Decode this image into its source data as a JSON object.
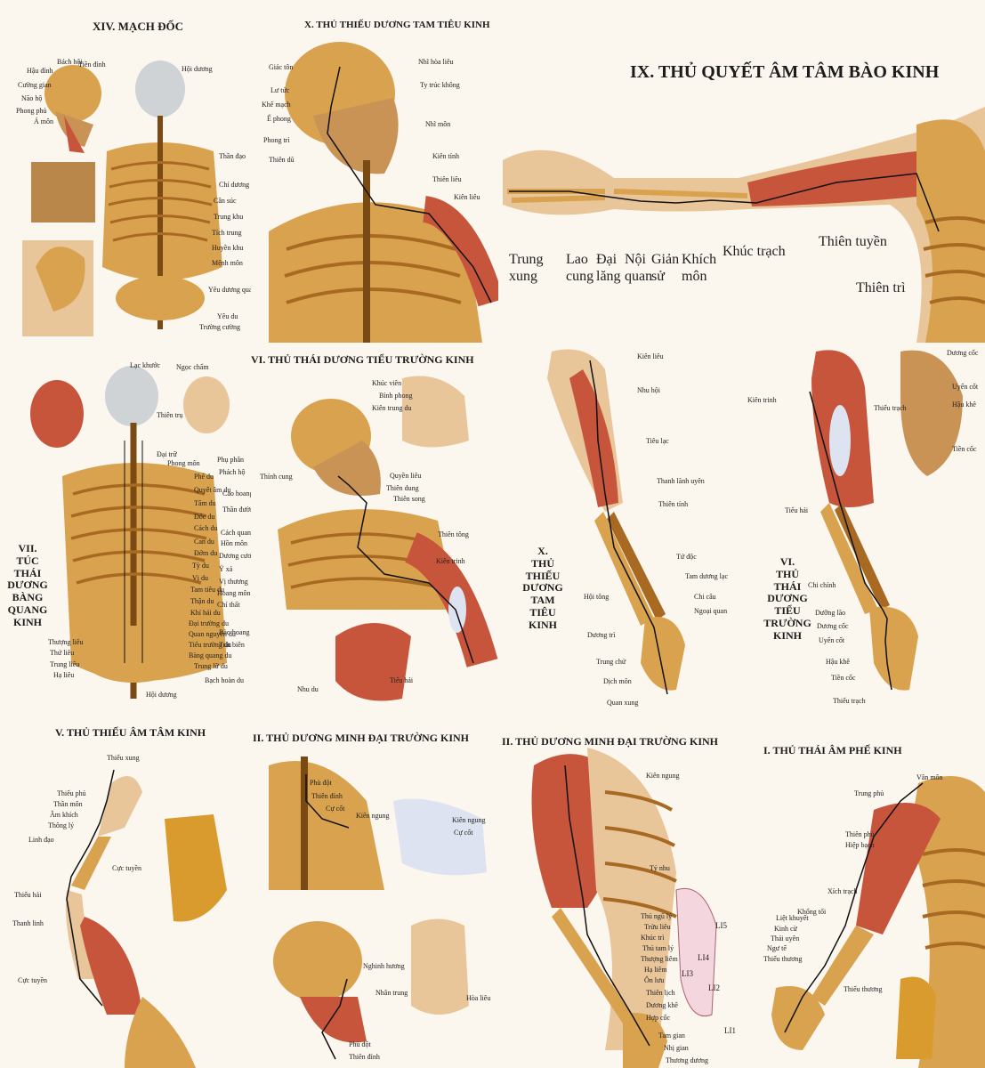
{
  "p1": {
    "title": "XIV. MẠCH ĐỐC",
    "labels": [
      "Bách hội",
      "Tiền đỉnh",
      "Hậu đỉnh",
      "Cường gian",
      "Não hộ",
      "Phong phủ",
      "Á môn",
      "Hội dương",
      "Thần đạo",
      "Chí dương",
      "Cân súc",
      "Trung khu",
      "Tích trung",
      "Huyền khu",
      "Mệnh môn",
      "Yêu dương quan",
      "Yêu du",
      "Trường cường"
    ]
  },
  "p2": {
    "title": "X. THỦ THIẾU DƯƠNG TAM TIÊU KINH",
    "labels": [
      "Giác tôn",
      "Lư tức",
      "Khế mạch",
      "Ế phong",
      "Phong trì",
      "Thiên dũ",
      "Nhĩ hòa liêu",
      "Ty trúc không",
      "Nhĩ môn",
      "Kiên tỉnh",
      "Thiên liêu",
      "Kiên liêu"
    ]
  },
  "p3": {
    "title": "IX. THỦ QUYẾT ÂM TÂM BÀO KINH",
    "labels": [
      "Trung xung",
      "Lao cung",
      "Đại lăng",
      "Nội quan",
      "Giản sử",
      "Khích môn",
      "Khúc trạch",
      "Thiên tuyền",
      "Thiên trì"
    ]
  },
  "p4": {
    "title_lines": [
      "VII.",
      "TÚC",
      "THÁI",
      "DƯƠNG",
      "BÀNG",
      "QUANG",
      "KINH"
    ],
    "labels": [
      "Lạc khước",
      "Ngọc chẩm",
      "Thiên trụ",
      "Đại trữ",
      "Phong môn",
      "Phế du",
      "Quyết âm du",
      "Tâm du",
      "Đốc du",
      "Cách du",
      "Can du",
      "Đởm du",
      "Tỳ du",
      "Vị du",
      "Tam tiêu du",
      "Thận du",
      "Khí hải du",
      "Đại trường du",
      "Quan nguyên du",
      "Tiểu trường du",
      "Bàng quang du",
      "Trung lữ du",
      "Bạch hoàn du",
      "Phụ phân",
      "Phách hộ",
      "Cao hoang",
      "Thần đường",
      "Cách quan",
      "Hồn môn",
      "Dương cương",
      "Ý xá",
      "Vị thương",
      "Hoang môn",
      "Chí thất",
      "Bào hoang",
      "Trật biên",
      "Thượng liêu",
      "Thứ liêu",
      "Trung liêu",
      "Hạ liêu",
      "Hội dương"
    ]
  },
  "p5": {
    "title": "VI. THỦ THÁI DƯƠNG TIỂU TRƯỜNG KINH",
    "labels": [
      "Thính cung",
      "Quyền liêu",
      "Thiên dung",
      "Thiên song",
      "Thiên tông",
      "Kiên trinh",
      "Nhu du",
      "Tiểu hải",
      "Khúc viên",
      "Bỉnh phong",
      "Kiên trung du"
    ]
  },
  "p6": {
    "title_lines": [
      "X.",
      "THỦ",
      "THIẾU",
      "DƯƠNG",
      "TAM",
      "TIÊU",
      "KINH"
    ],
    "labels": [
      "Kiên liêu",
      "Nhu hội",
      "Tiêu lạc",
      "Thanh lãnh uyên",
      "Thiên tỉnh",
      "Tứ độc",
      "Tam dương lạc",
      "Chi câu",
      "Hội tông",
      "Ngoại quan",
      "Dương trì",
      "Trung chử",
      "Dịch môn",
      "Quan xung"
    ]
  },
  "p7": {
    "title_lines": [
      "VI.",
      "THỦ",
      "THÁI",
      "DƯƠNG",
      "TIỂU",
      "TRƯỜNG",
      "KINH"
    ],
    "labels": [
      "Kiên trinh",
      "Tiểu hải",
      "Chi chính",
      "Dưỡng lão",
      "Dương cốc",
      "Uyển cốt",
      "Hậu khê",
      "Tiền cốc",
      "Thiếu trạch",
      "Uyển cốt",
      "Hậu khê",
      "Tiền cốc",
      "Thiếu trạch",
      "Dương cốc"
    ]
  },
  "p8": {
    "title": "V. THỦ THIẾU ÂM TÂM KINH",
    "labels": [
      "Thiếu xung",
      "Thiếu phủ",
      "Thần môn",
      "Âm khích",
      "Thông lý",
      "Linh đạo",
      "Thiếu hải",
      "Thanh linh",
      "Cực tuyền",
      "Cực tuyền"
    ]
  },
  "p9": {
    "title": "II. THỦ DƯƠNG MINH ĐẠI TRƯỜNG KINH",
    "labels": [
      "Phù đột",
      "Thiên đỉnh",
      "Cự cốt",
      "Kiên ngung",
      "Kiên ngung",
      "Cự cốt",
      "Nghinh hương",
      "Hòa liêu",
      "Nhân trung",
      "Phù đột",
      "Thiên đỉnh"
    ]
  },
  "p10": {
    "title": "II. THỦ DƯƠNG MINH ĐẠI TRƯỜNG KINH",
    "labels": [
      "Kiên ngung",
      "Tý nhu",
      "Thủ ngũ lý",
      "Trửu liêu",
      "Khúc trì",
      "Thủ tam lý",
      "Thượng liêm",
      "Hạ liêm",
      "Ôn lưu",
      "Thiên lịch",
      "Dương khê",
      "Hợp cốc",
      "Tam gian",
      "Nhị gian",
      "Thương dương",
      "LI5",
      "LI4",
      "LI3",
      "LI2",
      "LI1"
    ]
  },
  "p11": {
    "title": "I. THỦ THÁI ÂM PHẾ KINH",
    "labels": [
      "Vân môn",
      "Trung phủ",
      "Thiên phủ",
      "Hiệp bạch",
      "Xích trạch",
      "Khổng tối",
      "Liệt khuyết",
      "Kinh cừ",
      "Thái uyên",
      "Ngư tế",
      "Thiếu thương",
      "Thiếu thương"
    ]
  },
  "colors": {
    "bone": "#d9a24e",
    "bone_dark": "#a86a22",
    "muscle": "#c7553c",
    "skin": "#e9c59a",
    "meridian": "#111111"
  }
}
